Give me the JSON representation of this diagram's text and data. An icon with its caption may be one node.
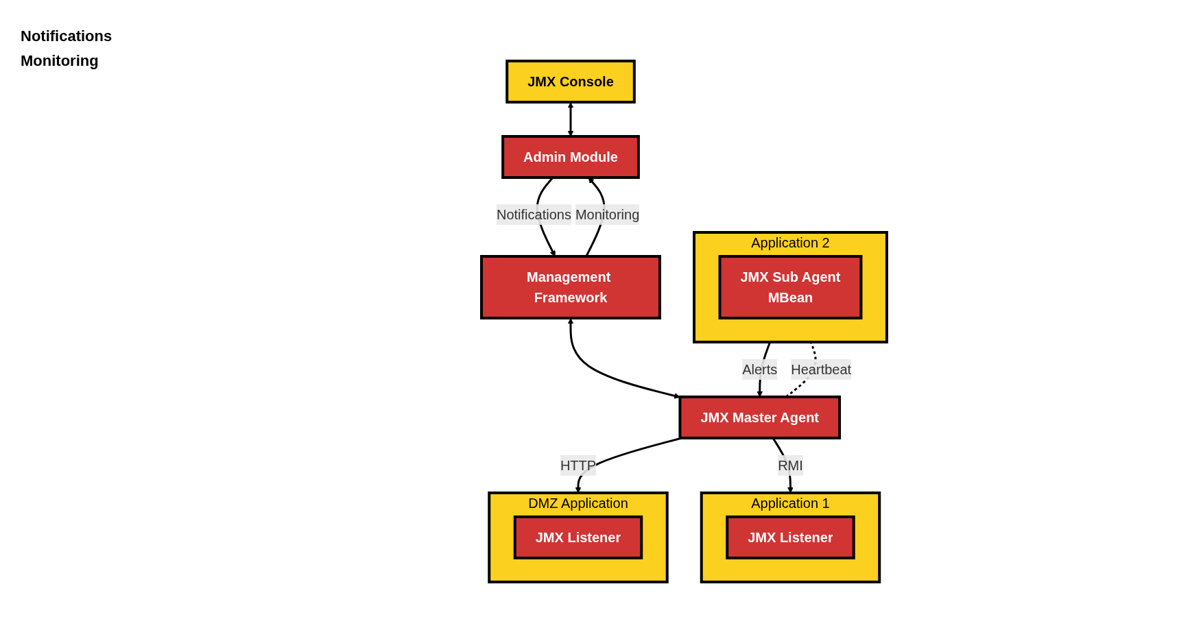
{
  "diagram": {
    "nodes": [
      {
        "text": [
          "JMX Console"
        ]
      },
      {
        "text": [
          "Admin Module"
        ]
      },
      {
        "text": [
          "Management Framework"
        ]
      },
      {
        "text": [
          "DMZ Application"
        ]
      },
      {
        "text": [
          "JMX Listener"
        ],
        "in": 3
      },
      {
        "text": [
          "JMX Master Agent"
        ]
      },
      {
        "text": [
          "Application 1"
        ]
      },
      {
        "text": [
          "JMX Listener"
        ],
        "in": 6
      },
      {
        "text": [
          "Application 2"
        ]
      },
      {
        "text": [
          "JMX Sub Agent",
          "MBean"
        ],
        "in": 8
      }
    ],
    "edges": [
      {
        "from": 0,
        "to": 1,
        "arrow": "both"
      },
      {
        "from": 1,
        "to": 2,
        "label": "Notifications",
        "arrow": "to"
      },
      {
        "from": 2,
        "to": 1,
        "label": "Monitoring",
        "arrow": "to"
      },
      {
        "from": 2,
        "to": 5,
        "arrow": "both"
      },
      {
        "from": 5,
        "to": 3,
        "label": "HTTP",
        "arrow": "to"
      },
      {
        "from": 5,
        "to": 6,
        "label": "RMI",
        "arrow": "to"
      },
      {
        "from": 5,
        "to": 8,
        "label": "Heartbeat",
        "arrow": "none",
        "style": "dashed"
      },
      {
        "from": 8,
        "to": 5,
        "label": "Alerts",
        "arrow": "to"
      }
    ],
    "labels": [
      "Notifications",
      "Monitoring"
    ]
  }
}
